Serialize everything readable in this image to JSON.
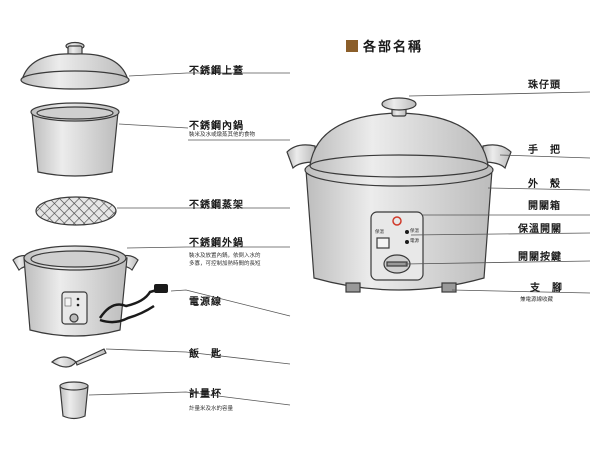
{
  "section_title": "各部名稱",
  "left_parts": {
    "lid": "不銹鋼上蓋",
    "inner_pot": "不銹鋼內鍋",
    "inner_pot_note": "裝米及水或燉蒸其他的食物",
    "steam_rack": "不銹鋼蒸架",
    "outer_pot": "不銹鋼外鍋",
    "outer_pot_note_1": "裝水及放置內鍋，依倒入水的",
    "outer_pot_note_2": "多寡，可控制加熱時間的長短",
    "power_cord": "電源線",
    "rice_spoon": "飯　匙",
    "measuring_cup": "計量杯",
    "measuring_cup_note": "計量米及水的容量"
  },
  "right_parts": {
    "knob": "珠仔頭",
    "handle": "手　把",
    "shell": "外　殼",
    "switch_box": "開關箱",
    "keep_warm_switch": "保溫開關",
    "switch_button": "開關按鍵",
    "feet": "支　腳",
    "feet_note": "兼電源線收藏"
  },
  "panel_text": {
    "left_label": "保溫",
    "indicator_1": "保溫",
    "indicator_2": "電源"
  },
  "colors": {
    "line": "#3a3a3a",
    "fill": "#d8d8d8",
    "accent": "#8b5e2a",
    "logo": "#d03a2a"
  }
}
